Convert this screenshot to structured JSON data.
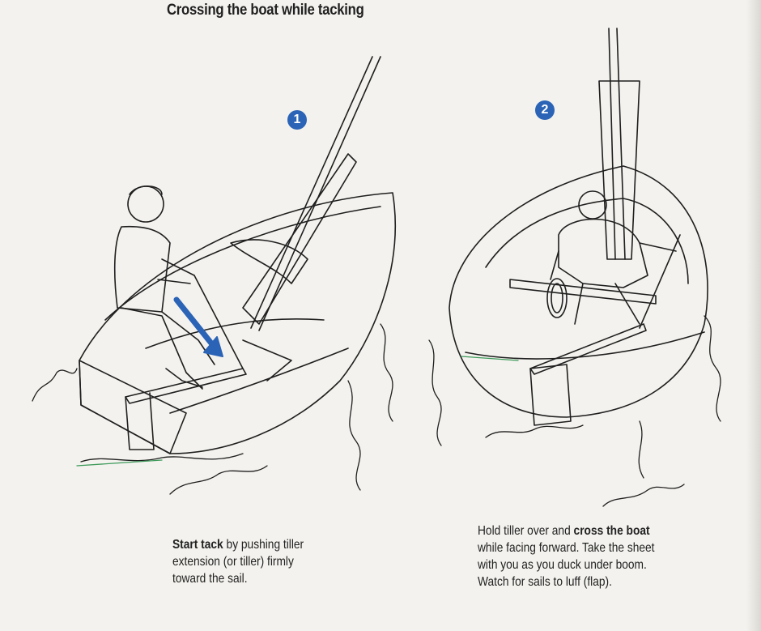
{
  "title": "Crossing the boat while tacking",
  "steps": [
    {
      "number": "1",
      "caption_bold": "Start tack",
      "caption_line1_rest": " by pushing tiller",
      "caption_line2": "extension (or tiller) firmly",
      "caption_line3": "toward the sail."
    },
    {
      "number": "2",
      "caption_line1_plain": "Hold tiller over and ",
      "caption_bold": "cross the boat",
      "caption_line2": "while facing forward. Take the sheet",
      "caption_line3": "with you as you duck under boom.",
      "caption_line4": "Watch for sails to luff (flap)."
    }
  ],
  "colors": {
    "accent": "#2b63b6",
    "ink": "#1f1f1f",
    "paper": "#f3f2ee",
    "water_green": "#3d9a5a"
  },
  "icons": [
    "step-number-badge",
    "push-direction-arrow"
  ]
}
